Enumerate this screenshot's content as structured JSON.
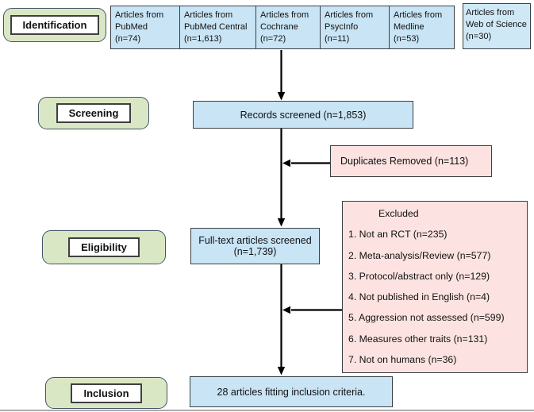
{
  "palette": {
    "box_blue": "#c8e4f5",
    "box_blue_light": "#cfe8f6",
    "box_pink": "#fce3e1",
    "stage_green": "#dae7c4",
    "stage_border": "#44546a",
    "box_border": "#3a3f44",
    "arrow": "#000000"
  },
  "stages": {
    "identification": "Identification",
    "screening": "Screening",
    "eligibility": "Eligibility",
    "inclusion": "Inclusion"
  },
  "sources": [
    "Articles from PubMed (n=74)",
    "Articles from PubMed Central (n=1,613)",
    "Articles from Cochrane (n=72)",
    "Articles from PsycInfo (n=11)",
    "Articles from Medline (n=53)",
    "Articles from Web of Science (n=30)"
  ],
  "flow": {
    "records_screened": "Records screened (n=1,853)",
    "duplicates_removed": "Duplicates Removed (n=113)",
    "fulltext_screened": "Full-text articles screened (n=1,739)",
    "excluded": {
      "title": "Excluded",
      "items": [
        "1. Not an RCT (n=235)",
        "2. Meta-analysis/Review (n=577)",
        "3. Protocol/abstract only (n=129)",
        "4. Not published in English (n=4)",
        "5. Aggression not assessed (n=599)",
        "6. Measures other traits (n=131)",
        "7. Not on humans (n=36)"
      ]
    },
    "included": "28 articles fitting inclusion criteria."
  }
}
